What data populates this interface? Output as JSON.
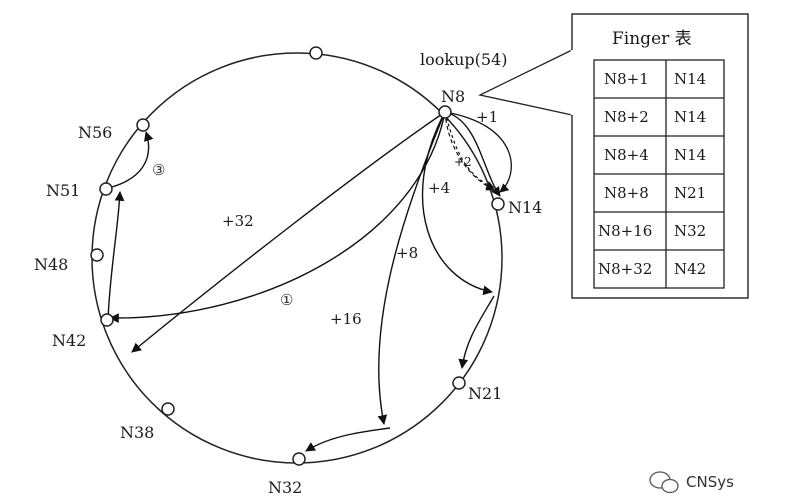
{
  "nodes": {
    "n8": "N8",
    "n14": "N14",
    "n21": "N21",
    "n32": "N32",
    "n38": "N38",
    "n42": "N42",
    "n48": "N48",
    "n51": "N51",
    "n56": "N56"
  },
  "lookup_label": "lookup(54)",
  "edges": {
    "plus1": "+1",
    "plus2": "+2",
    "plus4": "+4",
    "plus8": "+8",
    "plus16": "+16",
    "plus32": "+32"
  },
  "steps": {
    "step1": "①",
    "step3": "③"
  },
  "finger_table": {
    "title": "Finger 表",
    "rows": [
      {
        "start": "N8+1",
        "node": "N14"
      },
      {
        "start": "N8+2",
        "node": "N14"
      },
      {
        "start": "N8+4",
        "node": "N14"
      },
      {
        "start": "N8+8",
        "node": "N21"
      },
      {
        "start": "N8+16",
        "node": "N32"
      },
      {
        "start": "N8+32",
        "node": "N42"
      }
    ]
  },
  "watermark": "CNSys"
}
